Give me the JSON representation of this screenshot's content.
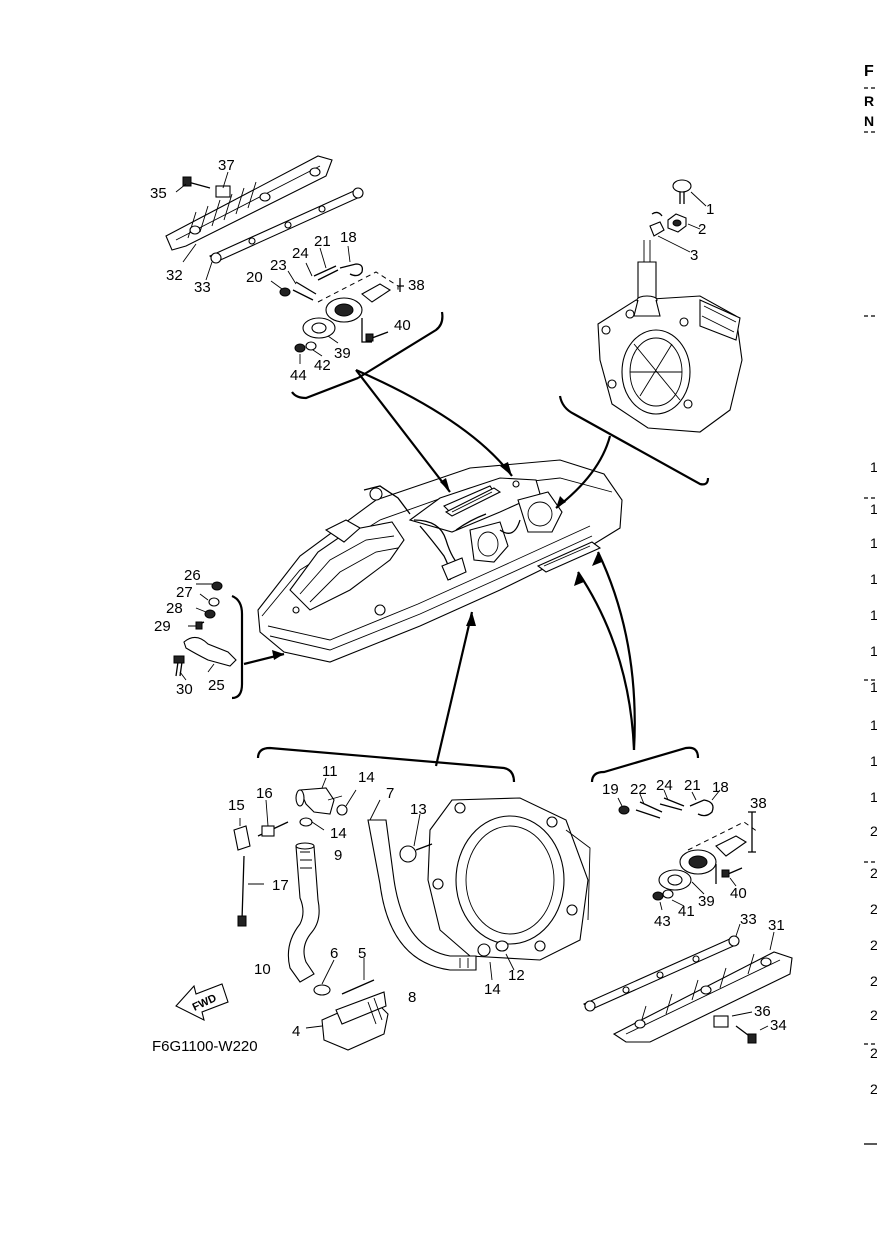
{
  "diagram": {
    "code": "F6G1100-W220",
    "fwd_label": "FWD",
    "callouts": [
      "1",
      "2",
      "3",
      "4",
      "5",
      "6",
      "7",
      "8",
      "9",
      "10",
      "11",
      "12",
      "13",
      "14",
      "15",
      "16",
      "17",
      "18",
      "19",
      "20",
      "21",
      "22",
      "23",
      "24",
      "25",
      "26",
      "27",
      "28",
      "29",
      "30",
      "31",
      "32",
      "33",
      "34",
      "35",
      "36",
      "37",
      "38",
      "39",
      "40",
      "41",
      "42",
      "43",
      "44"
    ]
  },
  "edge": {
    "letters": [
      "F",
      "R",
      "N"
    ],
    "numbers": [
      "1",
      "1",
      "1",
      "1",
      "1",
      "1",
      "1",
      "1",
      "1",
      "1",
      "2",
      "2",
      "2",
      "2",
      "2",
      "2",
      "2",
      "2"
    ]
  }
}
